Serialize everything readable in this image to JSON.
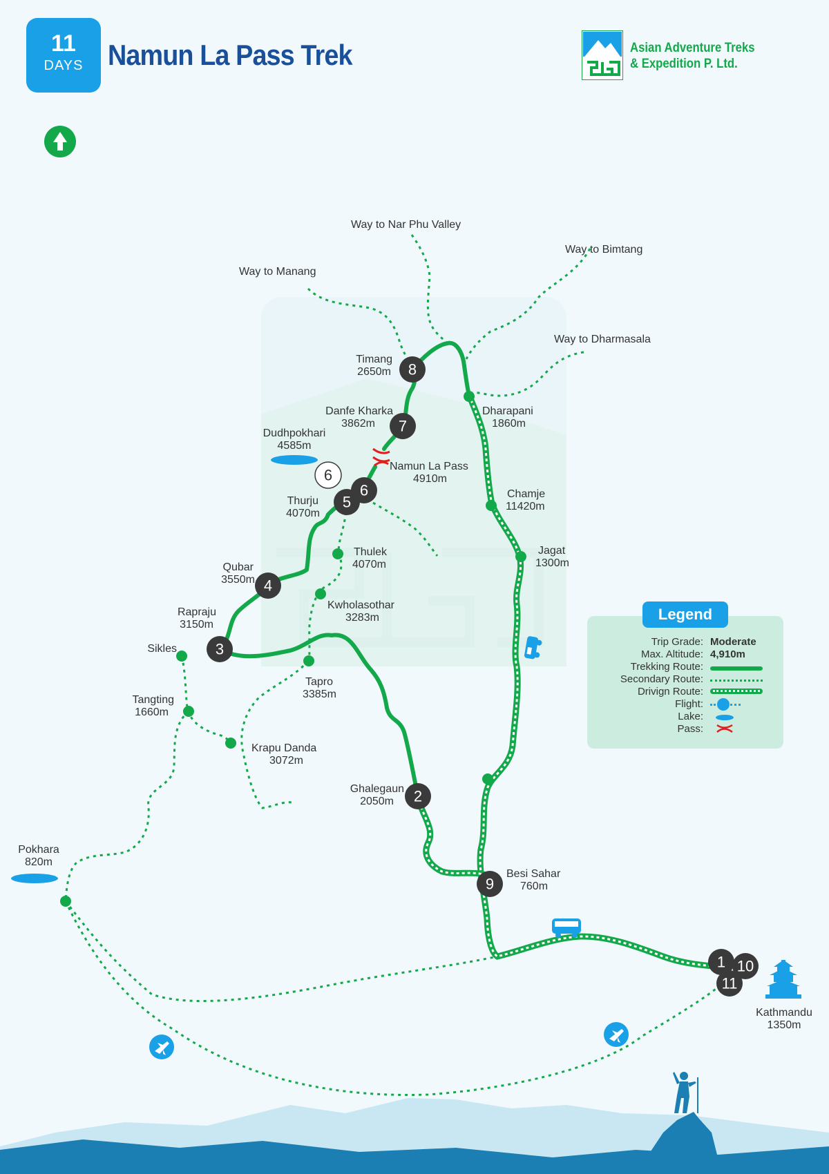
{
  "header": {
    "days_number": "11",
    "days_label": "DAYS",
    "title": "Namun La Pass Trek",
    "company_line1": "Asian Adventure Treks",
    "company_line2": "& Expedition P. Ltd."
  },
  "legend": {
    "title": "Legend",
    "trip_grade_label": "Trip Grade:",
    "trip_grade_value": "Moderate",
    "max_altitude_label": "Max. Altitude:",
    "max_altitude_value": "4,910m",
    "trekking_route_label": "Trekking Route:",
    "secondary_route_label": "Secondary Route:",
    "driving_route_label": "Drivign Route:",
    "flight_label": "Flight:",
    "lake_label": "Lake:",
    "pass_label": "Pass:"
  },
  "directions": {
    "nar_phu": "Way to Nar Phu Valley",
    "manang": "Way to Manang",
    "bimtang": "Way to Bimtang",
    "dharmasala": "Way to Dharmasala"
  },
  "places": {
    "timang": {
      "name": "Timang",
      "alt": "2650m"
    },
    "danfe_kharka": {
      "name": "Danfe Kharka",
      "alt": "3862m"
    },
    "dudhpokhari": {
      "name": "Dudhpokhari",
      "alt": "4585m"
    },
    "namun_la_pass": {
      "name": "Namun La Pass",
      "alt": "4910m"
    },
    "thurju": {
      "name": "Thurju",
      "alt": "4070m"
    },
    "thulek": {
      "name": "Thulek",
      "alt": "4070m"
    },
    "qubar": {
      "name": "Qubar",
      "alt": "3550m"
    },
    "kwholasothar": {
      "name": "Kwholasothar",
      "alt": "3283m"
    },
    "rapraju": {
      "name": "Rapraju",
      "alt": "3150m"
    },
    "sikles": {
      "name": "Sikles"
    },
    "tapro": {
      "name": "Tapro",
      "alt": "3385m"
    },
    "tangting": {
      "name": "Tangting",
      "alt": "1660m"
    },
    "krapu_danda": {
      "name": "Krapu Danda",
      "alt": "3072m"
    },
    "dharapani": {
      "name": "Dharapani",
      "alt": "1860m"
    },
    "chamje": {
      "name": "Chamje",
      "alt": "11420m"
    },
    "jagat": {
      "name": "Jagat",
      "alt": "1300m"
    },
    "ghalegaun": {
      "name": "Ghalegaun",
      "alt": "2050m"
    },
    "besi_sahar": {
      "name": "Besi Sahar",
      "alt": "760m"
    },
    "pokhara": {
      "name": "Pokhara",
      "alt": "820m"
    },
    "kathmandu": {
      "name": "Kathmandu",
      "alt": "1350m"
    }
  },
  "day_markers": {
    "d1": "1",
    "d2": "2",
    "d3": "3",
    "d4": "4",
    "d5": "5",
    "d6": "6",
    "d6_alt": "6",
    "d7": "7",
    "d8": "8",
    "d9": "9",
    "d10": "10",
    "d11": "11"
  },
  "colors": {
    "route_green": "#13a84a",
    "accent_blue": "#1aa0e6",
    "title_blue": "#1a4f9a",
    "marker_dark": "#3a3a3a",
    "pass_red": "#e02020",
    "mountain_blue": "#1b7fb3"
  },
  "icons": [
    "north-arrow-icon",
    "pass-icon",
    "jeep-icon",
    "bus-icon",
    "airplane-icon",
    "temple-icon",
    "hiker-icon",
    "company-logo"
  ]
}
